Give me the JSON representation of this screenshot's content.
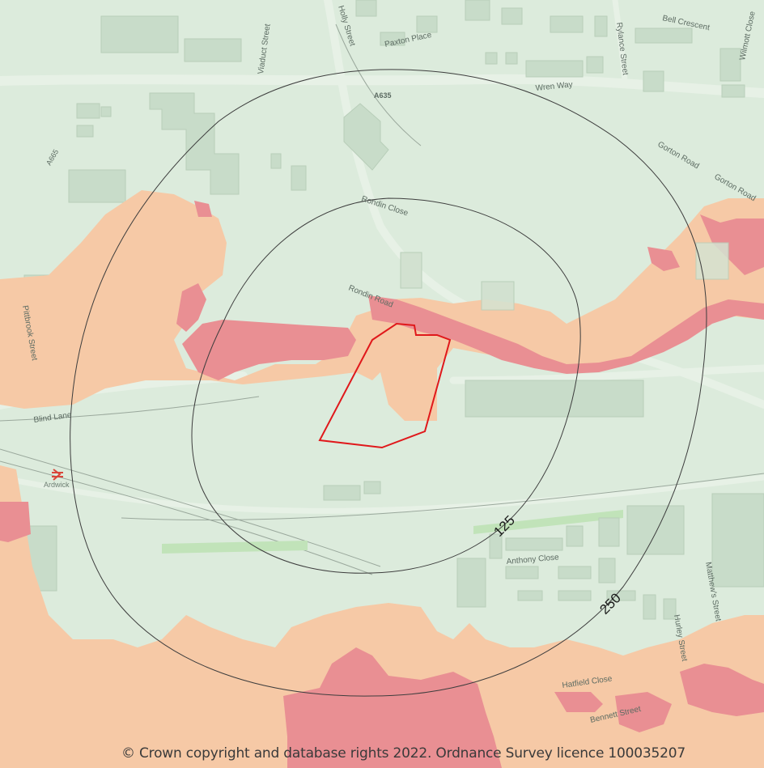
{
  "map": {
    "street_labels": {
      "viaduct_street": "Viaduct Street",
      "holly_street": "Holly Street",
      "paxton_place": "Paxton Place",
      "bell_crescent": "Bell Crescent",
      "wilmott_close": "Wilmott Close",
      "rylance_street": "Rylance Street",
      "wren_way": "Wren Way",
      "a635": "A635",
      "a665": "A665",
      "gorton_road_1": "Gorton Road",
      "gorton_road_2": "Gorton Road",
      "rondin_close": "Rondin Close",
      "rondin_road": "Rondin Road",
      "pittbrook_street": "Pittbrook Street",
      "blind_lane": "Blind Lane",
      "ardwick": "Ardwick",
      "anthony_close": "Anthony Close",
      "matthews_street": "Matthew's Street",
      "hurley_street": "Hurley Street",
      "hatfield_close": "Hatfield Close",
      "bennett_street": "Bennett Street"
    },
    "buffer_labels": {
      "inner": "125",
      "outer": "250"
    },
    "colors": {
      "base": "#dcebdc",
      "building": "#c8dcc9",
      "risk_medium": "#f6c9a6",
      "risk_high": "#e98f93",
      "site_boundary": "#e0181b",
      "buffer_ring": "#3d3d3d",
      "rail_station": "#d9453a"
    }
  },
  "copyright": "© Crown copyright and database rights 2022. Ordnance Survey licence 100035207"
}
